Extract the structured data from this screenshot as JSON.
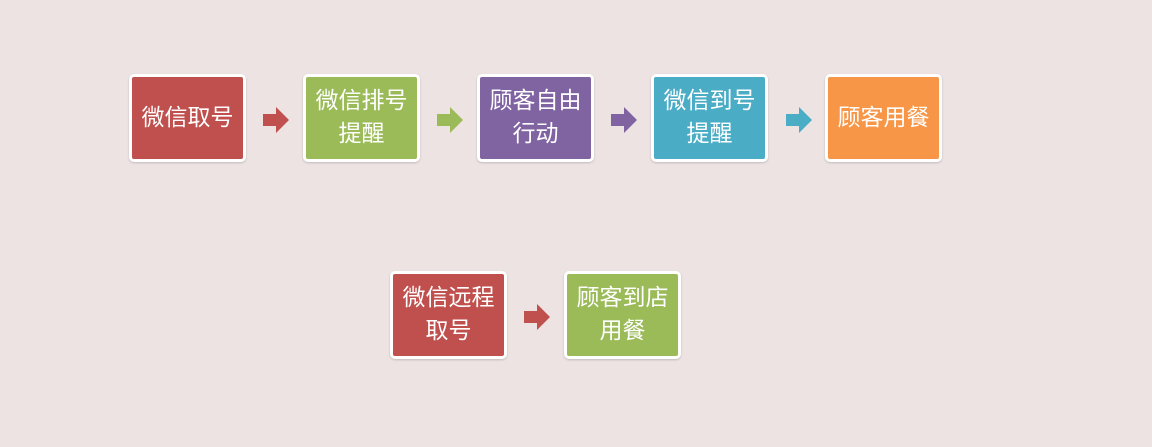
{
  "colors": {
    "background": "#ede3e3",
    "red": "#c0504d",
    "green": "#9bbb59",
    "purple": "#8064a2",
    "teal": "#4bacc6",
    "orange": "#f79646"
  },
  "flow_top": {
    "steps": [
      {
        "label": "微信取号",
        "color": "#c0504d"
      },
      {
        "label": "微信排号提醒",
        "color": "#9bbb59"
      },
      {
        "label": "顾客自由行动",
        "color": "#8064a2"
      },
      {
        "label": "微信到号提醒",
        "color": "#4bacc6"
      },
      {
        "label": "顾客用餐",
        "color": "#f79646"
      }
    ],
    "arrows": [
      {
        "icon": "right-arrow-icon",
        "color": "#c0504d"
      },
      {
        "icon": "right-arrow-icon",
        "color": "#9bbb59"
      },
      {
        "icon": "right-arrow-icon",
        "color": "#8064a2"
      },
      {
        "icon": "right-arrow-icon",
        "color": "#4bacc6"
      }
    ]
  },
  "flow_bottom": {
    "steps": [
      {
        "label": "微信远程取号",
        "color": "#c0504d"
      },
      {
        "label": "顾客到店用餐",
        "color": "#9bbb59"
      }
    ],
    "arrows": [
      {
        "icon": "right-arrow-icon",
        "color": "#c0504d"
      }
    ]
  }
}
